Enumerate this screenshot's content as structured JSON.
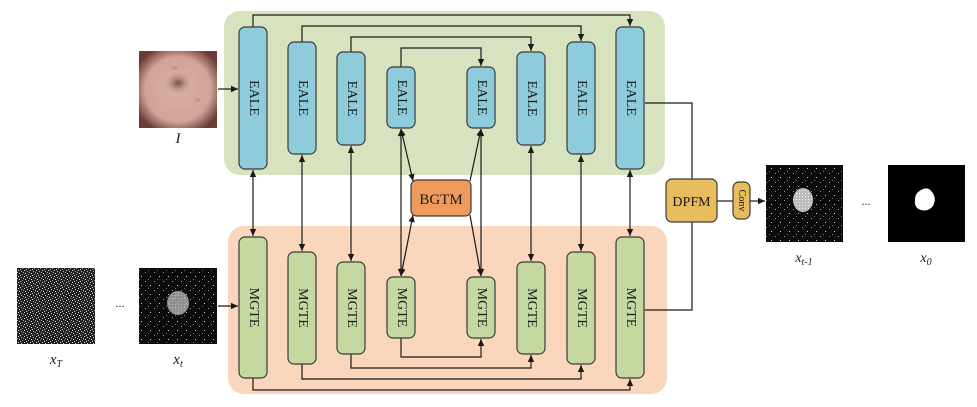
{
  "encoder_block_label": "EALE",
  "decoder_block_label": "MGTE",
  "center_module_label": "BGTM",
  "fusion_module_label": "DPFM",
  "conv_label": "Conv",
  "input_image_label": "I",
  "noise_labels": {
    "xT_main": "x",
    "xT_sub": "T",
    "xt_main": "x",
    "xt_sub": "t",
    "xt1_main": "x",
    "xt1_sub": "t-1",
    "x0_main": "x",
    "x0_sub": "0"
  },
  "ellipsis": "...",
  "colors": {
    "encoder_bg": "#d6e3be",
    "decoder_bg": "#f9d6bc",
    "eale_fill": "#8ecbdb",
    "mgte_fill": "#c4d89f",
    "bgtm_fill": "#ef9a5a",
    "dpfm_fill": "#e9bc5e",
    "line": "#1a1a1a"
  }
}
